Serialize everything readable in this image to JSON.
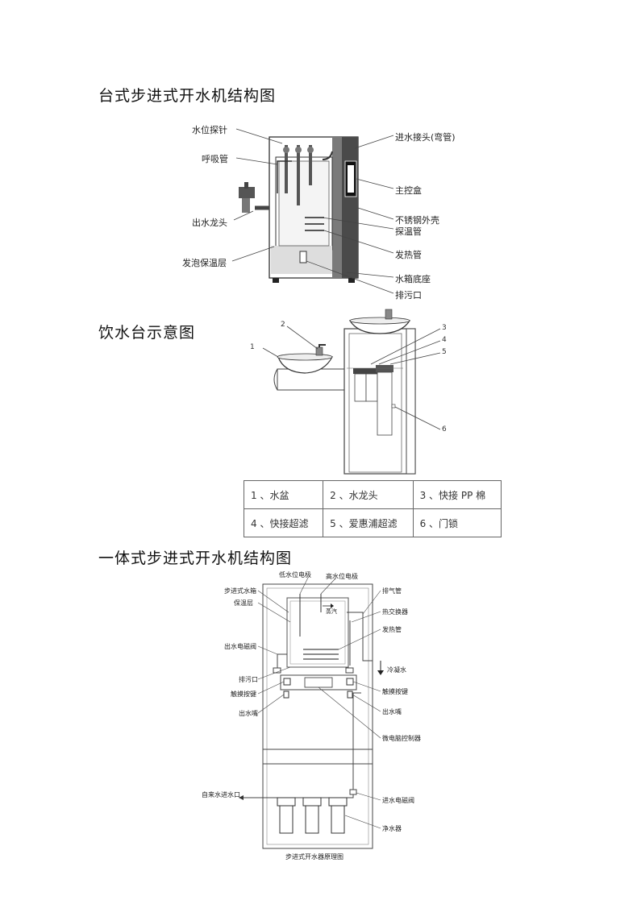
{
  "section1": {
    "title": "台式步进式开水机结构图",
    "labels_left": [
      "水位探针",
      "呼吸管",
      "出水龙头",
      "发泡保温层"
    ],
    "labels_right": [
      "进水接头(弯管)",
      "主控盒",
      "不锈钢外壳",
      "探温管",
      "发热管",
      "水箱底座",
      "排污口"
    ]
  },
  "section2": {
    "title": "饮水台示意图",
    "numbers": [
      "1",
      "2",
      "3",
      "4",
      "5",
      "6"
    ],
    "legend": [
      [
        "1 、水盆",
        "2 、水龙头",
        "3 、快接 PP 棉"
      ],
      [
        "4 、快接超滤",
        "5 、爱惠浦超滤",
        "6 、门锁"
      ]
    ]
  },
  "section3": {
    "title": "一体式步进式开水机结构图",
    "labels_top": [
      "低水位电极",
      "高水位电极"
    ],
    "steam": "蒸汽",
    "labels_left": [
      "步进式水箱",
      "保温层",
      "出水电磁阀",
      "排污口",
      "触摸按键",
      "出水嘴"
    ],
    "labels_right": [
      "排气管",
      "热交换器",
      "发热管",
      "冷凝水",
      "触摸按键",
      "出水嘴",
      "微电脑控制器"
    ],
    "labels_lower": [
      "自来水进水口",
      "进水电磁阀",
      "净水器"
    ],
    "caption": "步进式开水器原理图"
  }
}
